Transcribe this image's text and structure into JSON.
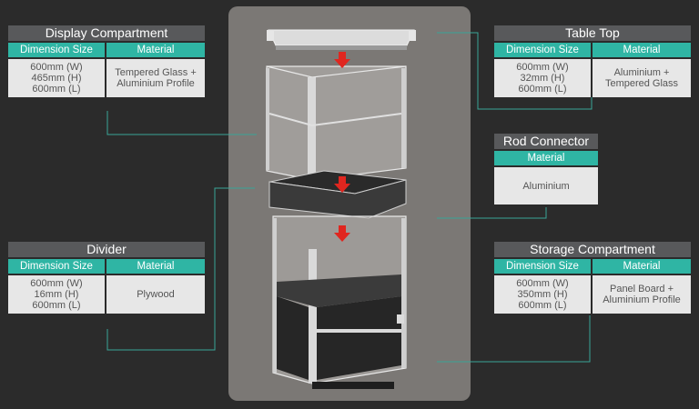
{
  "cards": {
    "display": {
      "title": "Display Compartment",
      "dim_head": "Dimension Size",
      "mat_head": "Material",
      "dims": [
        "600mm (W)",
        "465mm (H)",
        "600mm (L)"
      ],
      "materials": [
        "Tempered Glass +",
        "Aluminium Profile"
      ]
    },
    "tabletop": {
      "title": "Table Top",
      "dim_head": "Dimension Size",
      "mat_head": "Material",
      "dims": [
        "600mm (W)",
        "32mm (H)",
        "600mm (L)"
      ],
      "materials": [
        "Aluminium +",
        "Tempered Glass"
      ]
    },
    "rod": {
      "title": "Rod Connector",
      "mat_head": "Material",
      "materials": [
        "Aluminium"
      ]
    },
    "divider": {
      "title": "Divider",
      "dim_head": "Dimension Size",
      "mat_head": "Material",
      "dims": [
        "600mm (W)",
        "16mm (H)",
        "600mm (L)"
      ],
      "materials": [
        "Plywood"
      ]
    },
    "storage": {
      "title": "Storage Compartment",
      "dim_head": "Dimension Size",
      "mat_head": "Material",
      "dims": [
        "600mm (W)",
        "350mm (H)",
        "600mm (L)"
      ],
      "materials": [
        "Panel Board +",
        "Aluminium Profile"
      ]
    }
  },
  "colors": {
    "accent": "#2fb5a4",
    "title_bg": "#58595b",
    "value_bg": "#e7e7e7",
    "arrow": "#e0261f",
    "leader": "#3aa597"
  }
}
